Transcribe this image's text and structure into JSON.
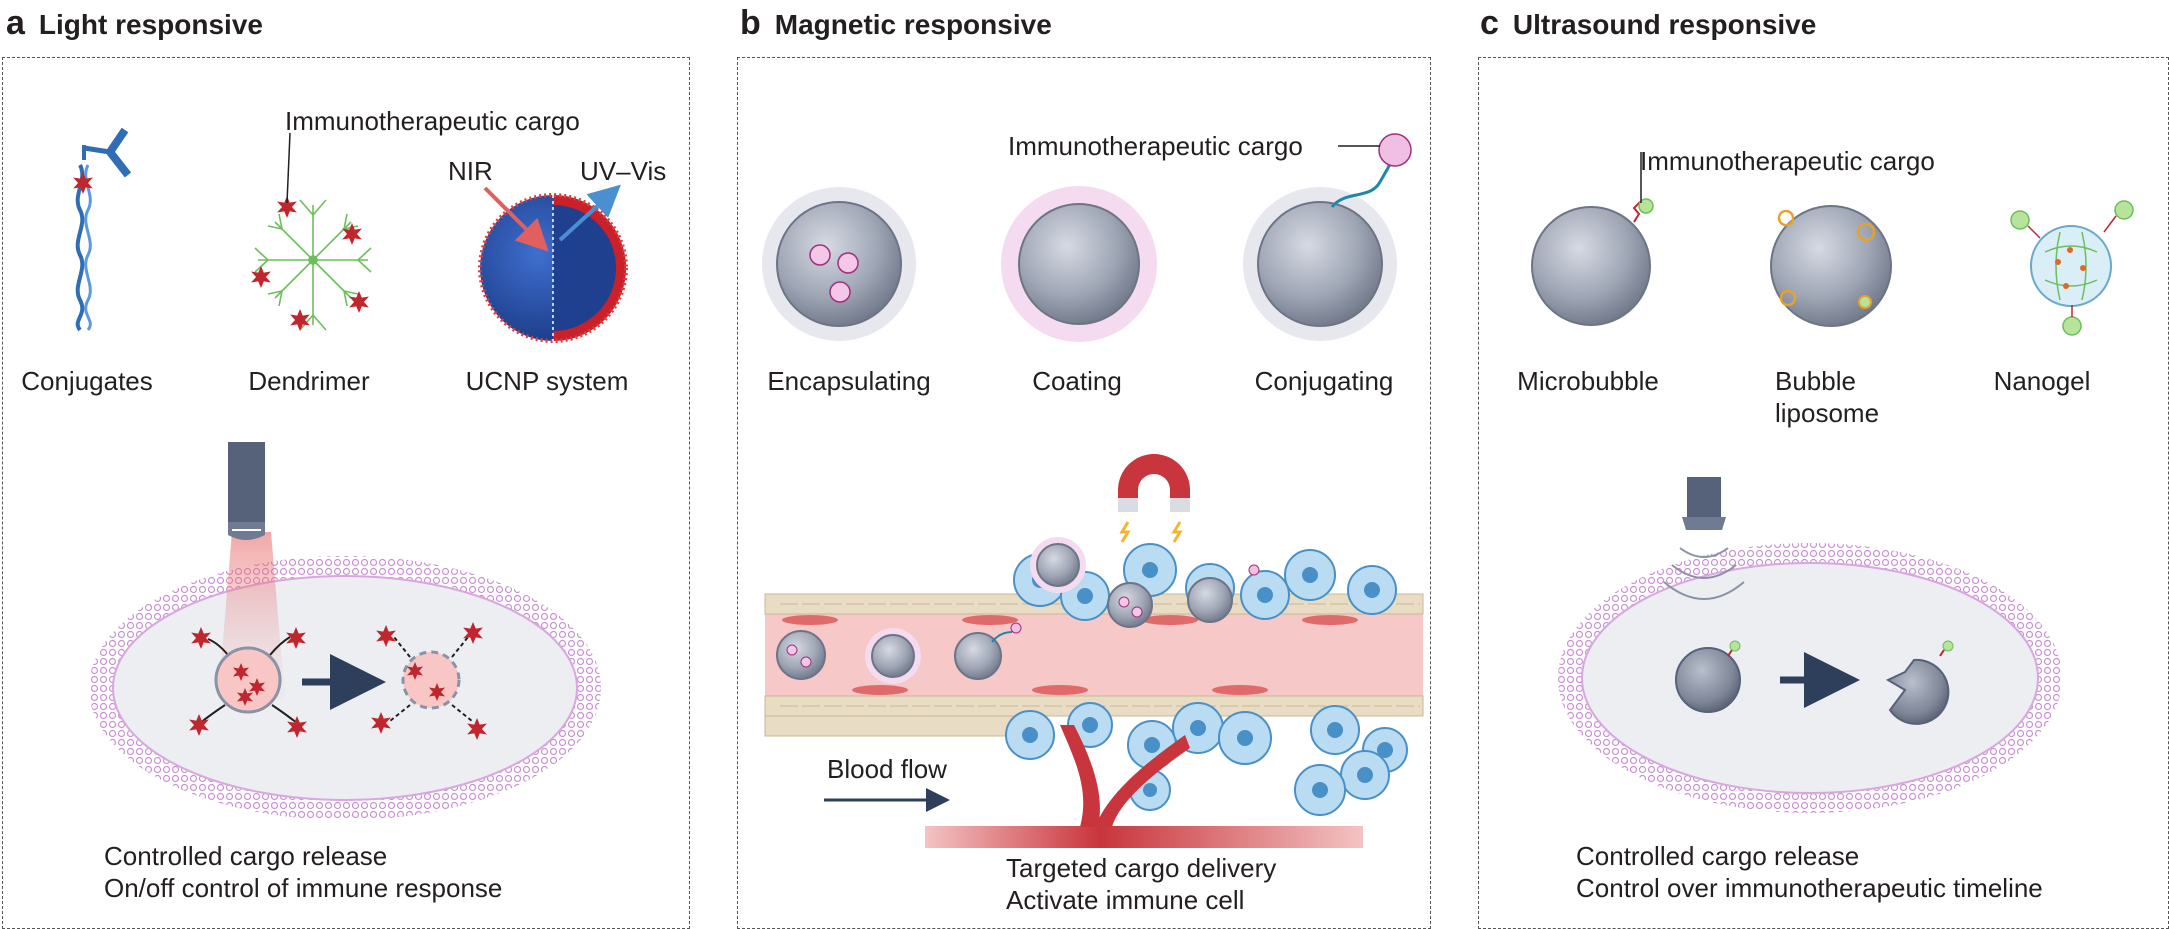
{
  "panels": [
    {
      "letter": "a",
      "title": "Light responsive",
      "carriers": [
        "Conjugates",
        "Dendrimer",
        "UCNP system"
      ],
      "cargo_label": "Immunotherapeutic cargo",
      "nir_label": "NIR",
      "uvvis_label": "UV–Vis",
      "caption_1": "Controlled cargo release",
      "caption_2": "On/off control of immune response"
    },
    {
      "letter": "b",
      "title": "Magnetic responsive",
      "carriers": [
        "Encapsulating",
        "Coating",
        "Conjugating"
      ],
      "cargo_label": "Immunotherapeutic cargo",
      "flow_label": "Blood flow",
      "caption_1": "Targeted cargo delivery",
      "caption_2": "Activate immune cell"
    },
    {
      "letter": "c",
      "title": "Ultrasound responsive",
      "carriers": [
        "Microbubble",
        "Bubble",
        "liposome",
        "Nanogel"
      ],
      "cargo_label": "Immunotherapeutic cargo",
      "caption_1": "Controlled cargo release",
      "caption_2": "Control over immunotherapeutic timeline"
    }
  ],
  "icons": {
    "laser": "laser-source-icon",
    "magnet": "horseshoe-magnet-icon",
    "transducer": "ultrasound-transducer-icon"
  },
  "colors": {
    "membrane": "#d9a6e0",
    "cell_interior": "#eceef2",
    "cargo_red": "#c0262d",
    "vessel": "#f7c8c8",
    "arrow": "#2e3f5c"
  }
}
